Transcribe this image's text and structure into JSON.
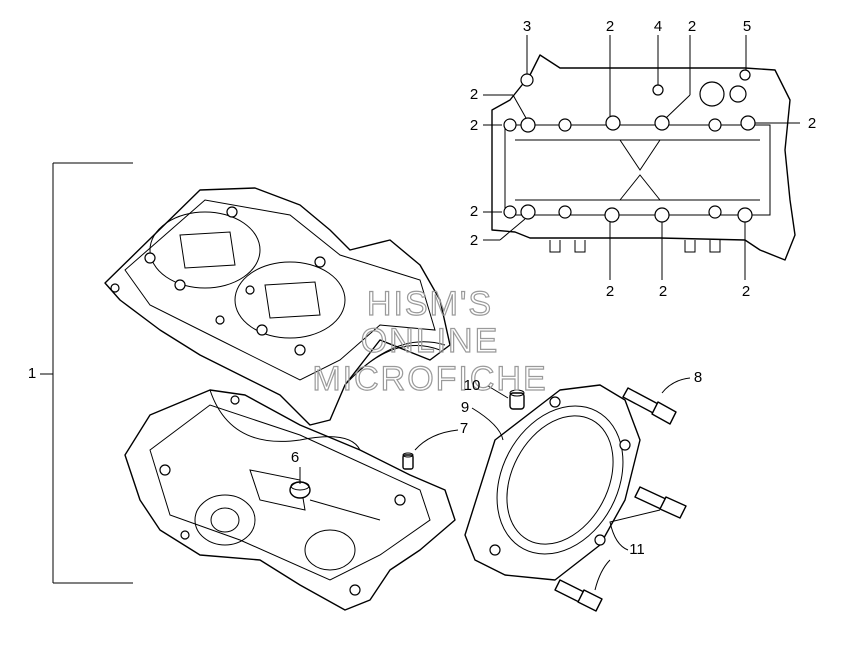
{
  "watermark": {
    "line1": "HISM'S",
    "line2": "ONLINE",
    "line3": "MICROFICHE"
  },
  "callouts": {
    "c1": "1",
    "c2": "2",
    "c3": "3",
    "c4": "4",
    "c5": "5",
    "c6": "6",
    "c7": "7",
    "c8": "8",
    "c9": "9",
    "c10": "10",
    "c11": "11"
  }
}
